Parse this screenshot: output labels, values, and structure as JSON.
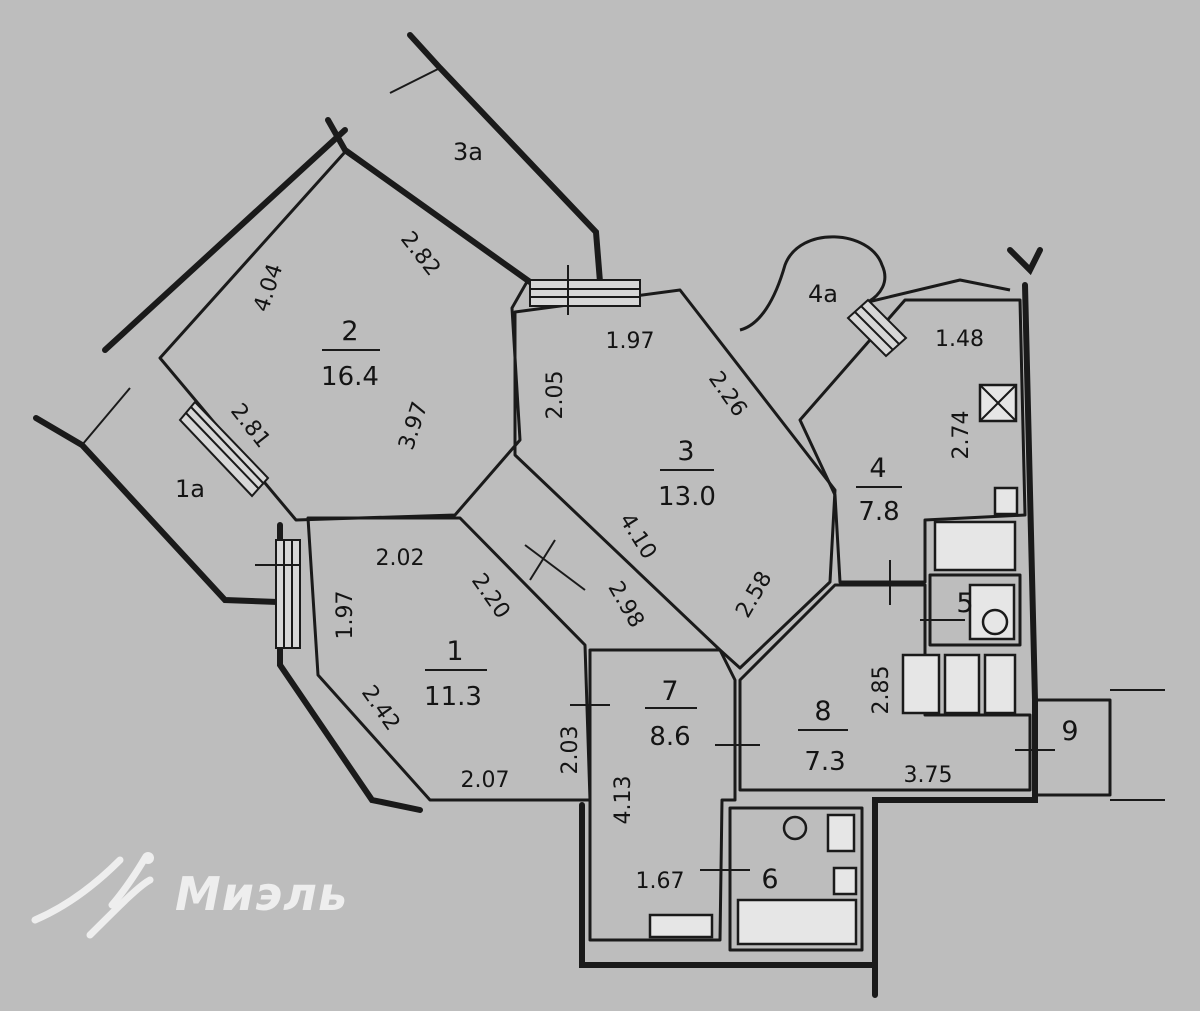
{
  "rooms": [
    {
      "number": "1",
      "area": "11.3"
    },
    {
      "number": "2",
      "area": "16.4"
    },
    {
      "number": "3",
      "area": "13.0"
    },
    {
      "number": "4",
      "area": "7.8"
    },
    {
      "number": "5"
    },
    {
      "number": "6"
    },
    {
      "number": "7",
      "area": "8.6"
    },
    {
      "number": "8",
      "area": "7.3"
    },
    {
      "number": "9"
    }
  ],
  "balconies": [
    "1a",
    "3a",
    "4a"
  ],
  "dimensions": {
    "r2": [
      "4.04",
      "2.82",
      "3.97",
      "2.81"
    ],
    "r3": [
      "1.97",
      "2.05",
      "2.26",
      "4.10"
    ],
    "r1": [
      "2.02",
      "2.20",
      "1.97",
      "2.42",
      "2.07",
      "2.03"
    ],
    "r4": [
      "1.48",
      "2.74"
    ],
    "r7": [
      "2.98",
      "4.13",
      "1.67"
    ],
    "r8": [
      "2.58",
      "2.85",
      "3.75"
    ]
  },
  "watermark": {
    "text": "Миэль",
    "color": "#eeeeee"
  },
  "colors": {
    "background": "#bdbdbd",
    "ink": "#1a1a1a"
  }
}
